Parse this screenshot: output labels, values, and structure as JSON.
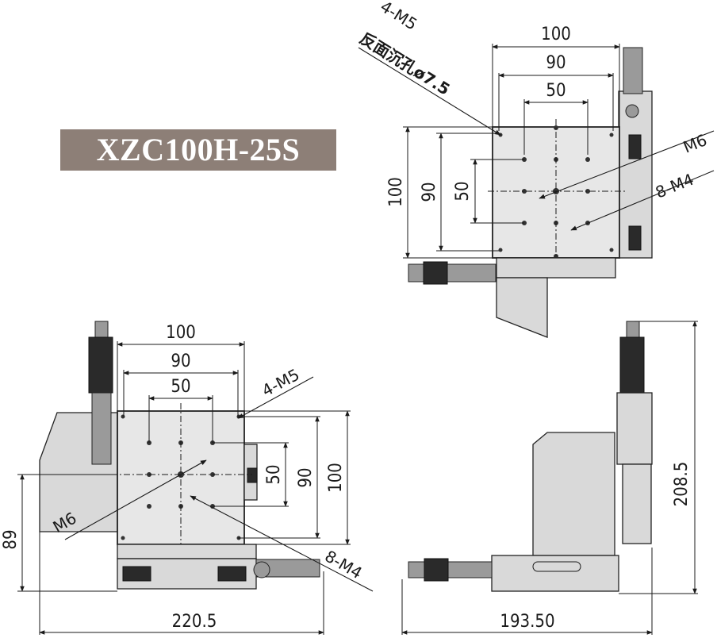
{
  "title": "XZC100H-25S",
  "top_view": {
    "width_100": "100",
    "width_90": "90",
    "width_50": "50",
    "height_100": "100",
    "height_90": "90",
    "height_50": "50",
    "label_4m5": "4-M5",
    "label_cn": "反面沉孔ø7.5",
    "label_m6": "M6",
    "label_8m4": "8-M4"
  },
  "front_view": {
    "width_100": "100",
    "width_90": "90",
    "width_50": "50",
    "height_100": "100",
    "height_90": "90",
    "height_50": "50",
    "label_4m5": "4-M5",
    "label_m6": "M6",
    "label_8m4": "8-M4",
    "height_89": "89",
    "width_220": "220.5"
  },
  "side_view": {
    "height_208": "208.5",
    "width_193": "193.50"
  }
}
